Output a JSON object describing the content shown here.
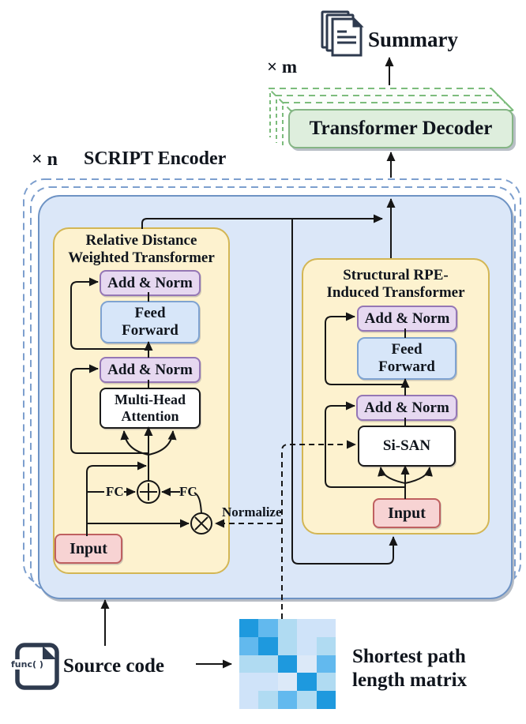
{
  "figure": {
    "summary": {
      "label": "Summary"
    },
    "decoder": {
      "multiplier": "× m",
      "label": "Transformer Decoder"
    },
    "encoder": {
      "multiplier": "× n",
      "title": "SCRIPT Encoder",
      "rdwt": {
        "title1": "Relative Distance",
        "title2": "Weighted Transformer",
        "add_norm_top": "Add & Norm",
        "ff1": "Feed",
        "ff2": "Forward",
        "add_norm_bottom": "Add & Norm",
        "mha1": "Multi-Head",
        "mha2": "Attention",
        "fc_left": "FC",
        "fc_right": "FC",
        "normalize": "Normalize",
        "input": "Input"
      },
      "srit": {
        "title1": "Structural RPE-",
        "title2": "Induced Transformer",
        "add_norm_top": "Add & Norm",
        "ff1": "Feed",
        "ff2": "Forward",
        "add_norm_bottom": "Add & Norm",
        "sisan": "Si-SAN",
        "input": "Input"
      }
    },
    "source": {
      "func_label": "func( )",
      "label": "Source code"
    },
    "matrix_caption": {
      "line1": "Shortest path",
      "line2": "length matrix"
    }
  },
  "matrix": {
    "rows": 5,
    "cols": 5,
    "palette": [
      "#dcE9f8",
      "#cfe3f9",
      "#b0dbf2",
      "#62b9ee",
      "#1e99de"
    ],
    "levels": [
      [
        4,
        3,
        2,
        1,
        1
      ],
      [
        3,
        4,
        2,
        1,
        2
      ],
      [
        2,
        2,
        4,
        0,
        3
      ],
      [
        1,
        1,
        0,
        4,
        2
      ],
      [
        1,
        2,
        3,
        2,
        4
      ]
    ]
  },
  "colors": {
    "encoder_fill": "#dbe7f8",
    "encoder_border": "#6e93c4",
    "block_fill": "#fdf2cf",
    "block_border": "#d3b654",
    "add_norm_fill": "#e6d8f0",
    "add_norm_border": "#9577b5",
    "ff_fill": "#d7e6f9",
    "ff_border": "#7fa3d1",
    "input_fill": "#f7d3d3",
    "input_border": "#bf6060",
    "decoder_fill": "#deeedd",
    "decoder_border": "#85b585",
    "line": "#161616"
  }
}
